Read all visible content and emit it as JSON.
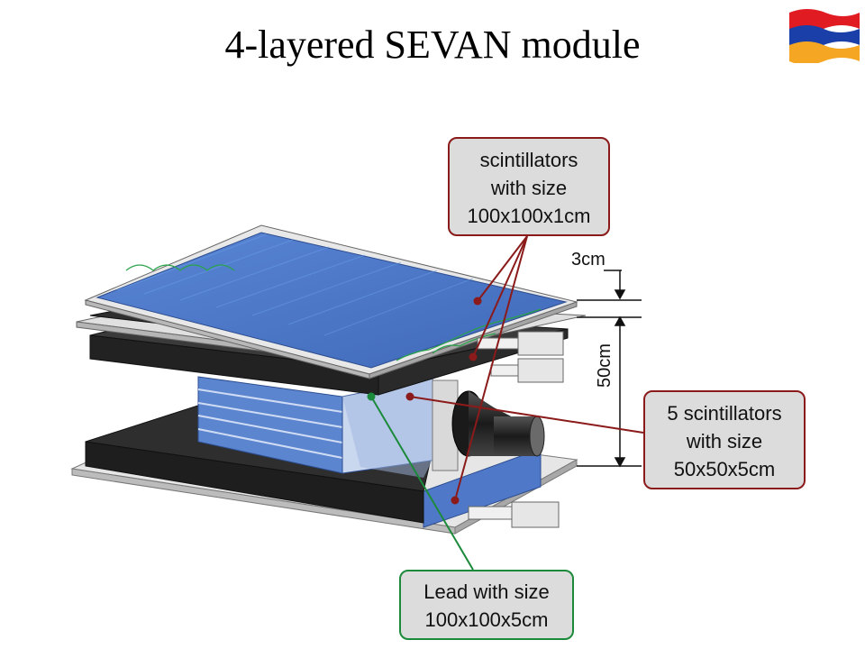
{
  "slide": {
    "title": "4-layered SEVAN module"
  },
  "flag": {
    "icon": "armenian-flag-icon",
    "colors": [
      "#d90012",
      "#0033a0",
      "#f2a800"
    ]
  },
  "diagram": {
    "callouts": {
      "top_scintillators": "scintillators\nwith size\n100x100x1cm",
      "thick_scintillators": "5 scintillators\nwith size\n50x50x5cm",
      "lead": "Lead with size\n100x100x5cm"
    },
    "dimensions": {
      "gap": "3cm",
      "height": "50cm"
    },
    "colors": {
      "scintillator": "#4f79c8",
      "lead": "#2b2b2b",
      "plate": "#e4e4e4",
      "callout_red": "#8b1a1a",
      "callout_green": "#1b8a3a"
    }
  }
}
